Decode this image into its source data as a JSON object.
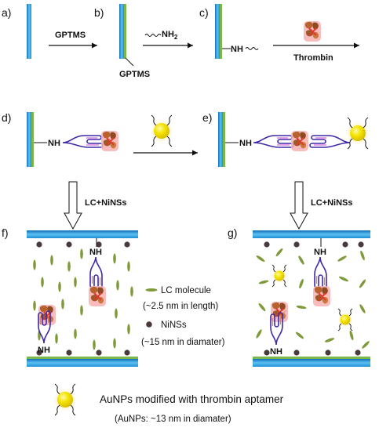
{
  "panels": [
    "a)",
    "b)",
    "c)",
    "d)",
    "e)",
    "f)",
    "g)"
  ],
  "labels": {
    "gptms_arrow": "GPTMS",
    "gptms_layer": "GPTMS",
    "nh2_main": "NH",
    "nh2_sub": "2",
    "nh": "NH",
    "thrombin": "Thrombin",
    "lc_nissa": "LC+NiNSs",
    "lc_nissb": "LC+NiNSs"
  },
  "legend": {
    "lc_title": "LC molecule",
    "lc_size": "(~2.5 nm in length)",
    "ni_title": "NiNSs",
    "ni_size": "(~15 nm in diamater)",
    "au_title": "AuNPs modified with thrombin aptamer",
    "au_size": "(AuNPs: ~13 nm in diamater)"
  },
  "colors": {
    "glass": "#1e8fd4",
    "glass_light": "#9fd6f5",
    "gptms_layer": "#7ab648",
    "lc_molecule": "#7f9a3a",
    "ni_particle": "#4a3a3a",
    "gold": "#f2df00",
    "aptamer": "#3e2aa8",
    "thrombin": "#b8632e"
  }
}
